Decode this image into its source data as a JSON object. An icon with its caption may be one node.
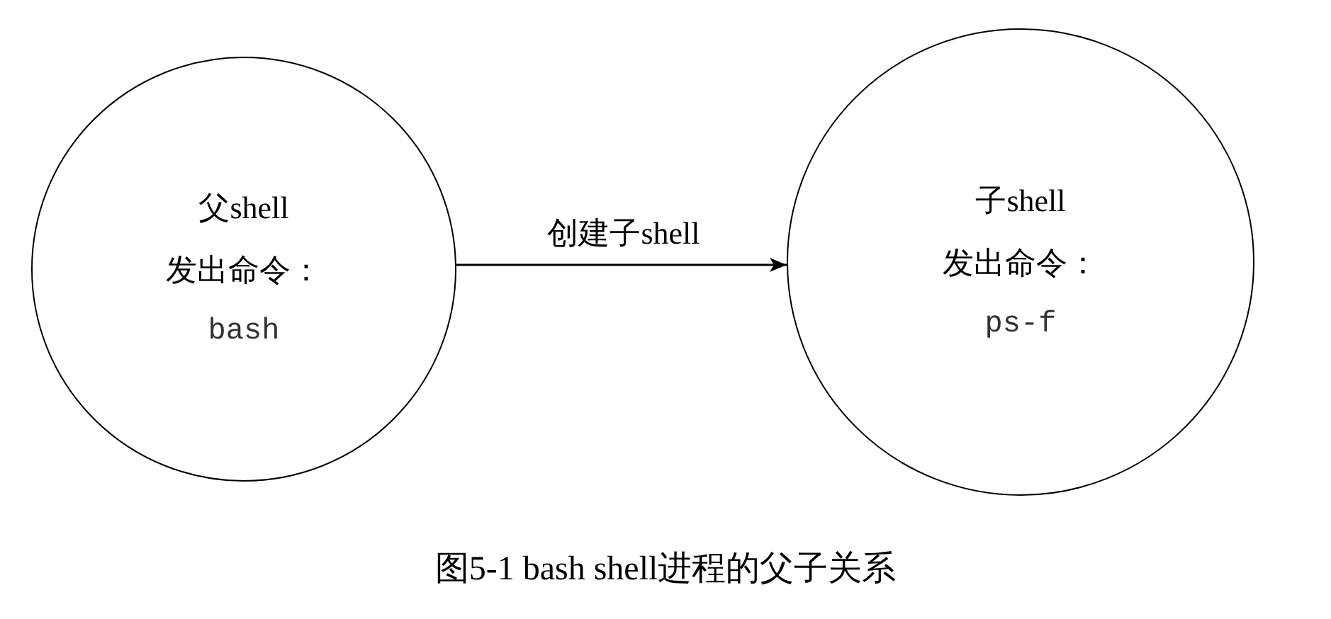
{
  "diagram": {
    "caption": "图5-1 bash shell进程的父子关系",
    "nodes": [
      {
        "text": [
          "父shell",
          "发出命令：",
          "bash"
        ]
      },
      {
        "text": [
          "子shell",
          "发出命令：",
          "ps-f"
        ]
      }
    ],
    "edges": [
      {
        "from": 0,
        "to": 1,
        "arrow": "to",
        "label": "创建子shell"
      }
    ]
  }
}
